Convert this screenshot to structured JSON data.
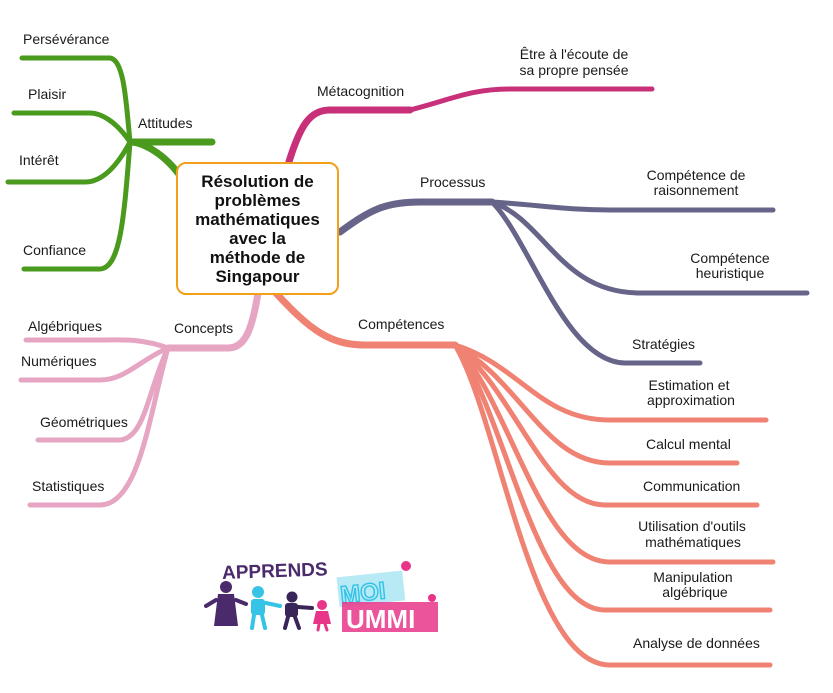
{
  "center": {
    "lines": [
      "Résolution de",
      "problèmes",
      "mathématiques",
      "avec la",
      "méthode de",
      "Singapour"
    ]
  },
  "branches": {
    "attitudes": {
      "label": "Attitudes",
      "color": "#4a9a1e",
      "children": [
        "Persévérance",
        "Plaisir",
        "Intérêt",
        "Confiance"
      ]
    },
    "concepts": {
      "label": "Concepts",
      "color": "#e6a5c2",
      "children": [
        "Algébriques",
        "Numériques",
        "Géométriques",
        "Statistiques"
      ]
    },
    "metacognition": {
      "label": "Métacognition",
      "color": "#c8307a",
      "children": [
        [
          "Être à l'écoute de",
          "sa propre pensée"
        ]
      ]
    },
    "processus": {
      "label": "Processus",
      "color": "#676489",
      "children": [
        [
          "Compétence de",
          "raisonnement"
        ],
        [
          "Compétence",
          "heuristique"
        ],
        [
          "Stratégies"
        ]
      ]
    },
    "competences": {
      "label": "Compétences",
      "color": "#ef8272",
      "children": [
        [
          "Estimation et",
          "approximation"
        ],
        [
          "Calcul mental"
        ],
        [
          "Communication"
        ],
        [
          "Utilisation d'outils",
          "mathématiques"
        ],
        [
          "Manipulation",
          "algébrique"
        ],
        [
          "Analyse de données"
        ]
      ]
    }
  },
  "logo": {
    "top_word": "APPRENDS",
    "word2": "MOI",
    "word3": "UMMI",
    "colors": {
      "purple": "#4b2a6b",
      "cyan": "#35c3e6",
      "pink": "#e8358a"
    }
  }
}
